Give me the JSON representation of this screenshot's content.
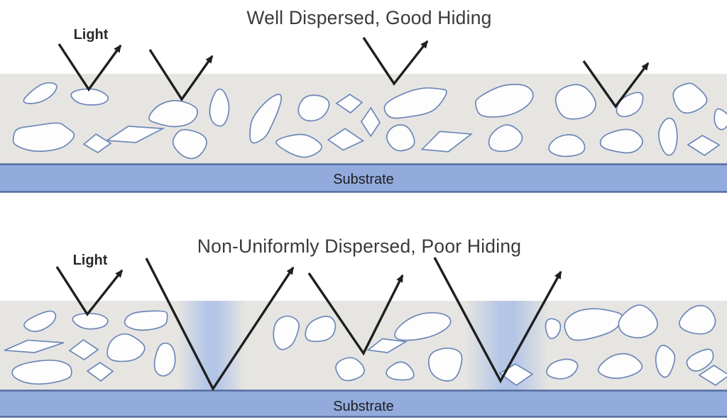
{
  "colors": {
    "coating": "#e6e5e2",
    "particle_fill": "#fdfdfe",
    "particle_stroke": "#6d87b7",
    "substrate_fill": "#93abdc",
    "substrate_border": "#51699e",
    "band": "#b3c5e6",
    "arrow": "#1f1f1f",
    "title_text": "#3a3a3a",
    "label_text": "#2a2a2a",
    "substrate_text": "#1d1d22"
  },
  "panels": [
    {
      "id": "well-dispersed",
      "title": "Well Dispersed, Good Hiding",
      "light_label": "Light",
      "substrate_label": "Substrate"
    },
    {
      "id": "non-uniformly-dispersed",
      "title": "Non-Uniformly Dispersed, Poor Hiding",
      "light_label": "Light",
      "substrate_label": "Substrate"
    }
  ]
}
